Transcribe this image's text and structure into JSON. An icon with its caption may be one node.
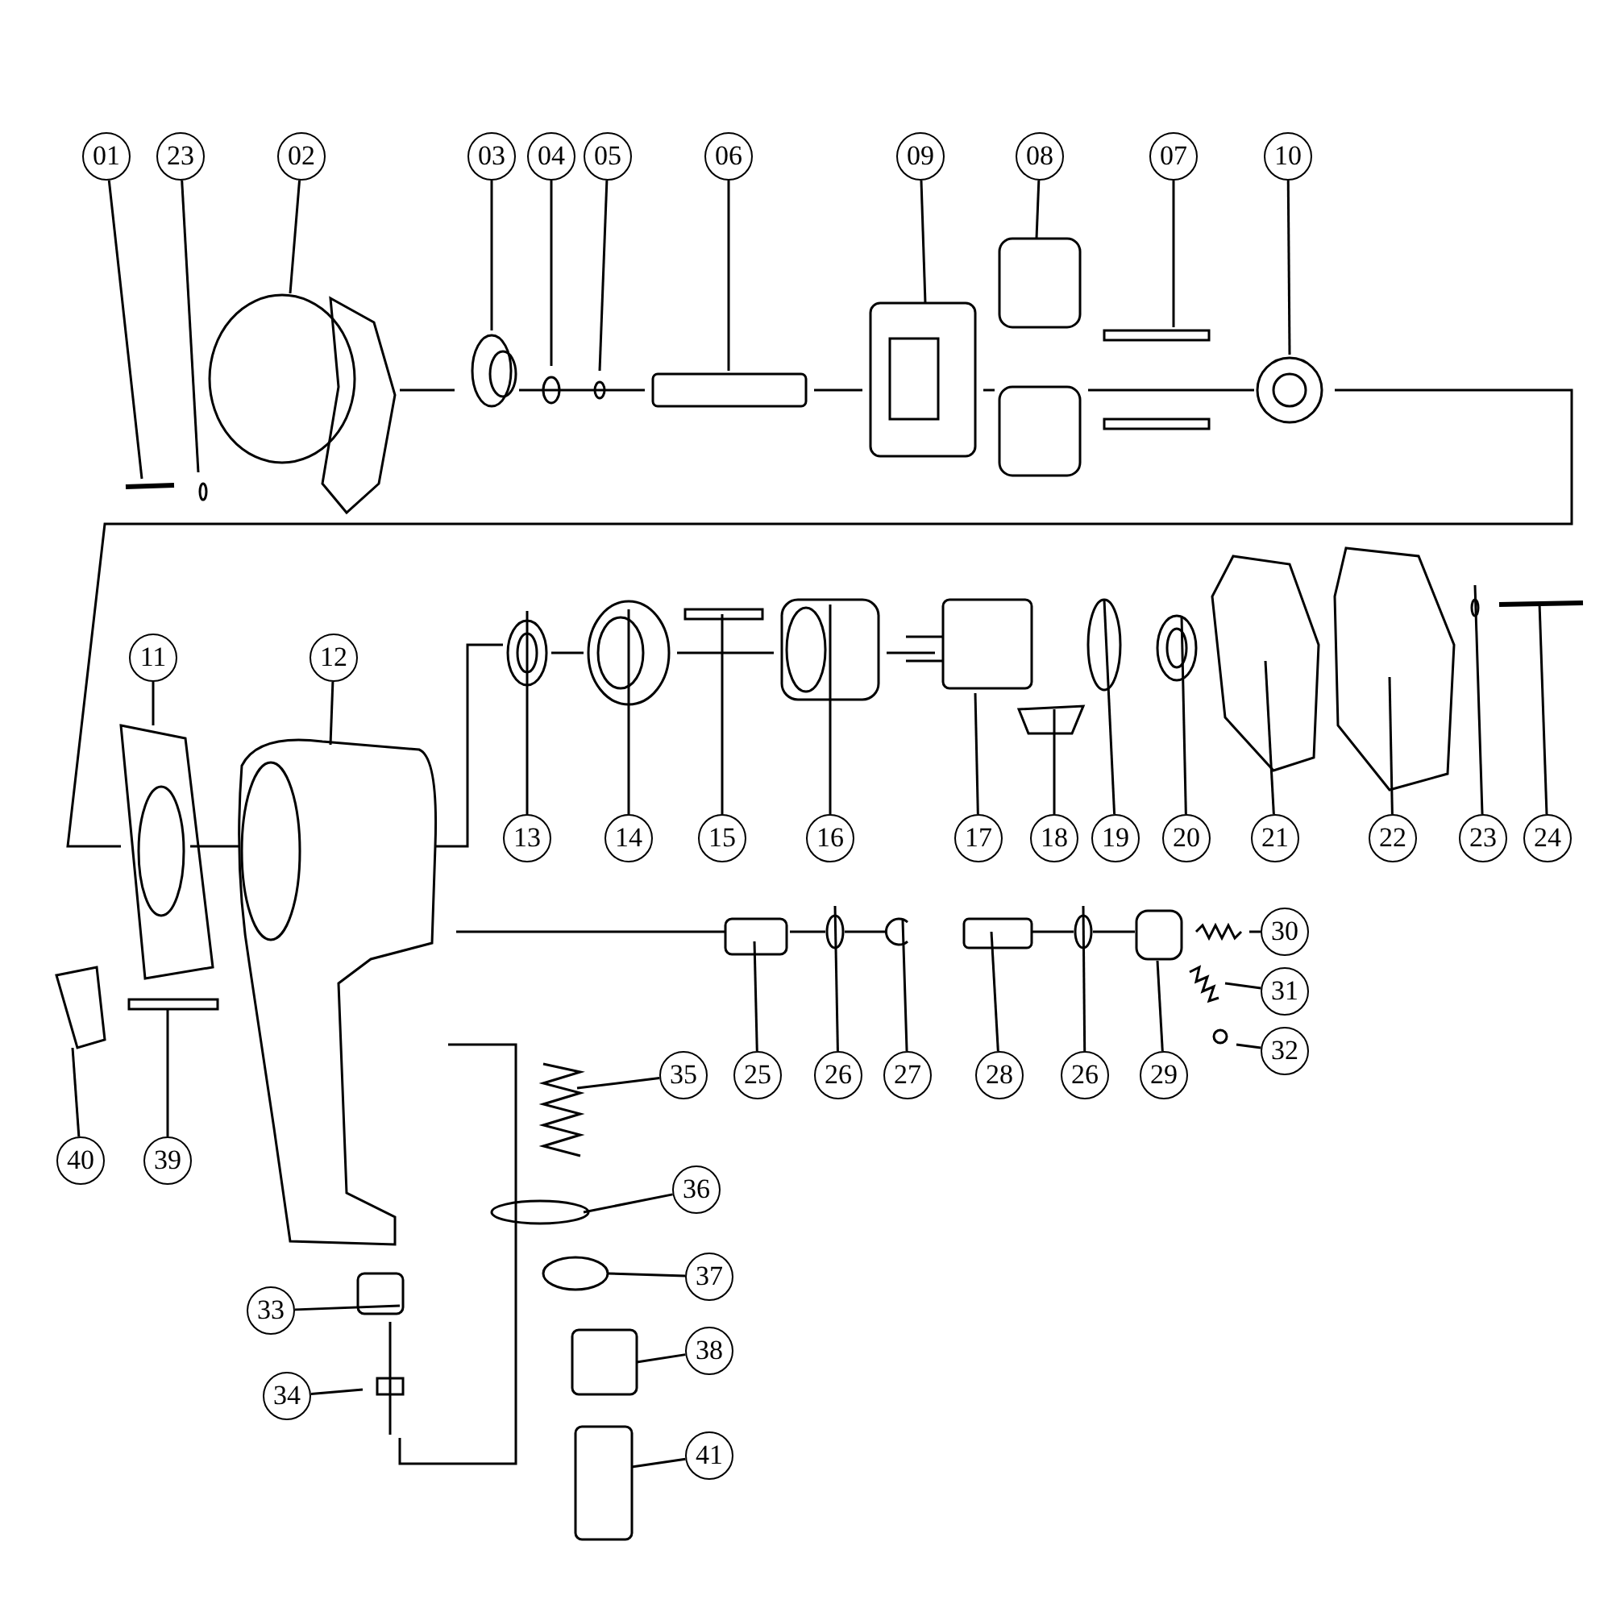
{
  "diagram": {
    "nodes": [
      {
        "text": [
          "01"
        ]
      },
      {
        "text": [
          "23"
        ]
      },
      {
        "text": [
          "02"
        ]
      },
      {
        "text": [
          "03"
        ]
      },
      {
        "text": [
          "04"
        ]
      },
      {
        "text": [
          "05"
        ]
      },
      {
        "text": [
          "06"
        ]
      },
      {
        "text": [
          "09"
        ]
      },
      {
        "text": [
          "08"
        ]
      },
      {
        "text": [
          "07"
        ]
      },
      {
        "text": [
          "10"
        ]
      },
      {
        "text": [
          "11"
        ]
      },
      {
        "text": [
          "12"
        ]
      },
      {
        "text": [
          "13"
        ]
      },
      {
        "text": [
          "14"
        ]
      },
      {
        "text": [
          "15"
        ]
      },
      {
        "text": [
          "16"
        ]
      },
      {
        "text": [
          "17"
        ]
      },
      {
        "text": [
          "18"
        ]
      },
      {
        "text": [
          "19"
        ]
      },
      {
        "text": [
          "20"
        ]
      },
      {
        "text": [
          "21"
        ]
      },
      {
        "text": [
          "22"
        ]
      },
      {
        "text": [
          "23"
        ]
      },
      {
        "text": [
          "24"
        ]
      },
      {
        "text": [
          "30"
        ]
      },
      {
        "text": [
          "31"
        ]
      },
      {
        "text": [
          "25"
        ]
      },
      {
        "text": [
          "26"
        ]
      },
      {
        "text": [
          "27"
        ]
      },
      {
        "text": [
          "28"
        ]
      },
      {
        "text": [
          "26"
        ]
      },
      {
        "text": [
          "29"
        ]
      },
      {
        "text": [
          "32"
        ]
      },
      {
        "text": [
          "35"
        ]
      },
      {
        "text": [
          "40"
        ]
      },
      {
        "text": [
          "39"
        ]
      },
      {
        "text": [
          "36"
        ]
      },
      {
        "text": [
          "37"
        ]
      },
      {
        "text": [
          "33"
        ]
      },
      {
        "text": [
          "38"
        ]
      },
      {
        "text": [
          "34"
        ]
      },
      {
        "text": [
          "41"
        ]
      }
    ],
    "edges": [
      {
        "from": 0,
        "to": null,
        "arrow": "none"
      },
      {
        "from": 1,
        "to": null,
        "arrow": "none"
      },
      {
        "from": 2,
        "to": null,
        "arrow": "none"
      },
      {
        "from": 3,
        "to": null,
        "arrow": "none"
      },
      {
        "from": 4,
        "to": null,
        "arrow": "none"
      },
      {
        "from": 5,
        "to": null,
        "arrow": "none"
      },
      {
        "from": 6,
        "to": null,
        "arrow": "none"
      },
      {
        "from": 7,
        "to": null,
        "arrow": "none"
      },
      {
        "from": 8,
        "to": null,
        "arrow": "none"
      },
      {
        "from": 9,
        "to": null,
        "arrow": "none"
      },
      {
        "from": 10,
        "to": null,
        "arrow": "none"
      },
      {
        "from": 11,
        "to": null,
        "arrow": "none"
      },
      {
        "from": 12,
        "to": null,
        "arrow": "none"
      },
      {
        "from": 13,
        "to": null,
        "arrow": "none"
      },
      {
        "from": 14,
        "to": null,
        "arrow": "none"
      },
      {
        "from": 15,
        "to": null,
        "arrow": "none"
      },
      {
        "from": 16,
        "to": null,
        "arrow": "none"
      },
      {
        "from": 17,
        "to": null,
        "arrow": "none"
      },
      {
        "from": 18,
        "to": null,
        "arrow": "none"
      },
      {
        "from": 19,
        "to": null,
        "arrow": "none"
      },
      {
        "from": 20,
        "to": null,
        "arrow": "none"
      },
      {
        "from": 21,
        "to": null,
        "arrow": "none"
      },
      {
        "from": 22,
        "to": null,
        "arrow": "none"
      },
      {
        "from": 23,
        "to": null,
        "arrow": "none"
      },
      {
        "from": 24,
        "to": null,
        "arrow": "none"
      },
      {
        "from": 25,
        "to": null,
        "arrow": "none"
      },
      {
        "from": 26,
        "to": null,
        "arrow": "none"
      },
      {
        "from": 27,
        "to": null,
        "arrow": "none"
      },
      {
        "from": 28,
        "to": null,
        "arrow": "none"
      },
      {
        "from": 29,
        "to": null,
        "arrow": "none"
      },
      {
        "from": 30,
        "to": null,
        "arrow": "none"
      },
      {
        "from": 31,
        "to": null,
        "arrow": "none"
      },
      {
        "from": 32,
        "to": null,
        "arrow": "none"
      },
      {
        "from": 33,
        "to": null,
        "arrow": "none"
      },
      {
        "from": 34,
        "to": null,
        "arrow": "none"
      },
      {
        "from": 35,
        "to": null,
        "arrow": "none"
      },
      {
        "from": 36,
        "to": null,
        "arrow": "none"
      },
      {
        "from": 37,
        "to": null,
        "arrow": "none"
      },
      {
        "from": 38,
        "to": null,
        "arrow": "none"
      },
      {
        "from": 39,
        "to": null,
        "arrow": "none"
      },
      {
        "from": 40,
        "to": null,
        "arrow": "none"
      },
      {
        "from": 41,
        "to": null,
        "arrow": "none"
      },
      {
        "from": 42,
        "to": null,
        "arrow": "none"
      }
    ]
  }
}
